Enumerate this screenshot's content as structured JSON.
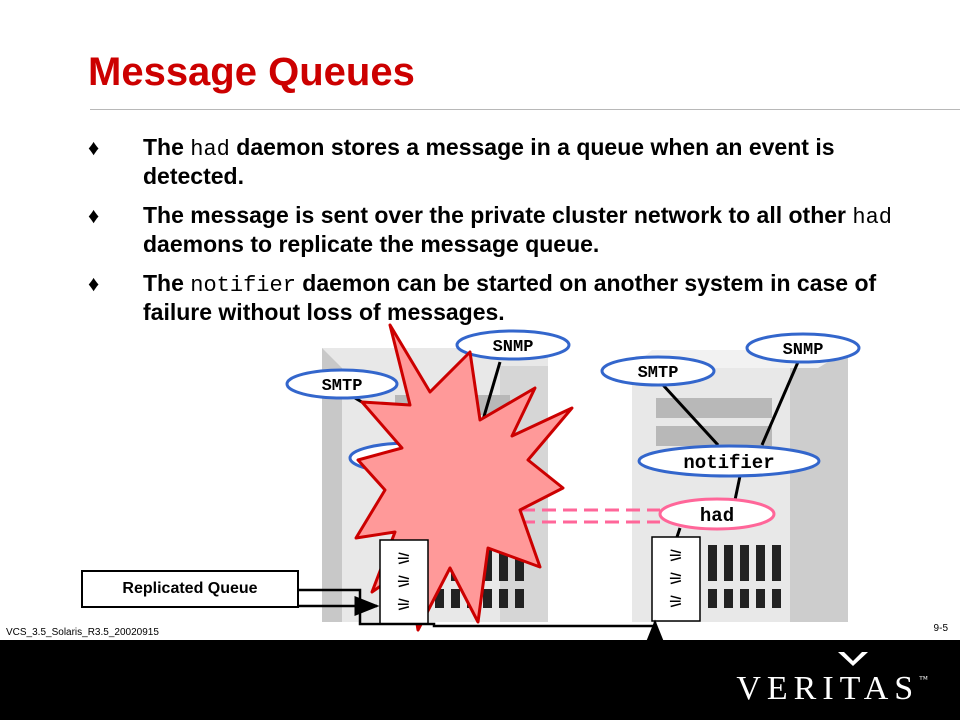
{
  "slide": {
    "title": "Message Queues",
    "bullets": [
      {
        "pre": "The ",
        "code": "had",
        "post": " daemon stores a message in a queue when an event is detected."
      },
      {
        "pre": "The message is sent over the private cluster network to all other ",
        "code": "had",
        "post": " daemons to replicate the message queue."
      },
      {
        "pre": "The ",
        "code": "notifier",
        "post": " daemon can be started on another system in case of failure without loss of messages."
      }
    ]
  },
  "diagram": {
    "left_server": {
      "smtp": "SMTP",
      "snmp": "SNMP"
    },
    "right_server": {
      "smtp": "SMTP",
      "snmp": "SNMP",
      "notifier": "notifier",
      "had": "had"
    },
    "replicated_queue_label": "Replicated Queue",
    "colors": {
      "ellipse_blue": "#3366cc",
      "ellipse_pink": "#ff6699",
      "burst_fill": "#ff9999",
      "burst_stroke": "#cc0000",
      "dash_pink": "#ff6699"
    }
  },
  "footer": {
    "left": "VCS_3.5_Solaris_R3.5_20020915",
    "right": "9-5"
  },
  "logo": {
    "text": "VERITAS",
    "tm": "™"
  }
}
